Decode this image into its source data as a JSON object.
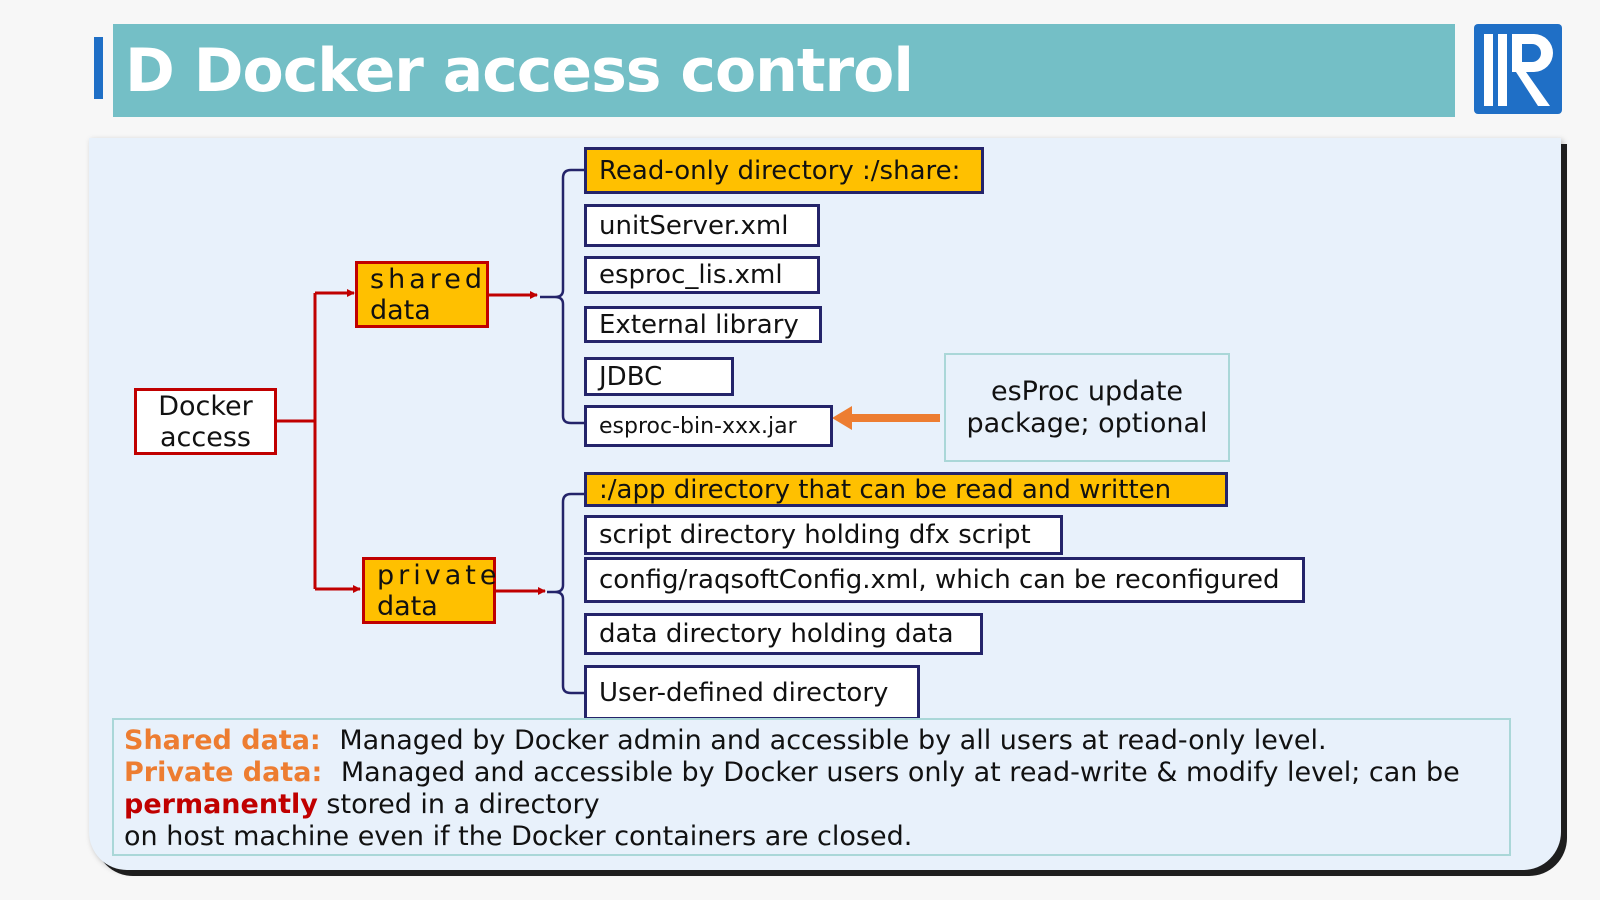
{
  "title": "D Docker access control",
  "logo_icon": "raqsoft-logo",
  "root": {
    "line1": "Docker",
    "line2": "access"
  },
  "shared": {
    "line1": "shared",
    "line2": "data",
    "header": "Read-only directory :/share:",
    "items": [
      "unitServer.xml",
      "esproc_lis.xml",
      "External library",
      "JDBC",
      "esproc-bin-xxx.jar"
    ]
  },
  "update_note": {
    "line1": "esProc update",
    "line2": "package; optional"
  },
  "private": {
    "line1": "private",
    "line2": "data",
    "header": ":/app directory that can be read and written",
    "items": [
      "script directory holding dfx script",
      "config/raqsoftConfig.xml, which can be reconfigured",
      "data directory holding data",
      "User-defined directory"
    ]
  },
  "footer": {
    "shared_label": "Shared data:",
    "shared_text": "Managed by Docker admin and accessible by all users at read-only level.",
    "private_label": "Private data:",
    "private_text": "Managed and accessible by Docker users only at read-write & modify level; can be",
    "permanently": "permanently",
    "private_text2": "stored in a directory",
    "private_text3": "on host machine even if the Docker containers are closed."
  },
  "colors": {
    "title_bar": "#74bfc6",
    "accent": "#1f6fc6",
    "gold": "#ffc000",
    "red": "#c00000",
    "navy": "#24246a",
    "orange_arrow": "#ed7d31",
    "panel": "#e8f1fb"
  }
}
